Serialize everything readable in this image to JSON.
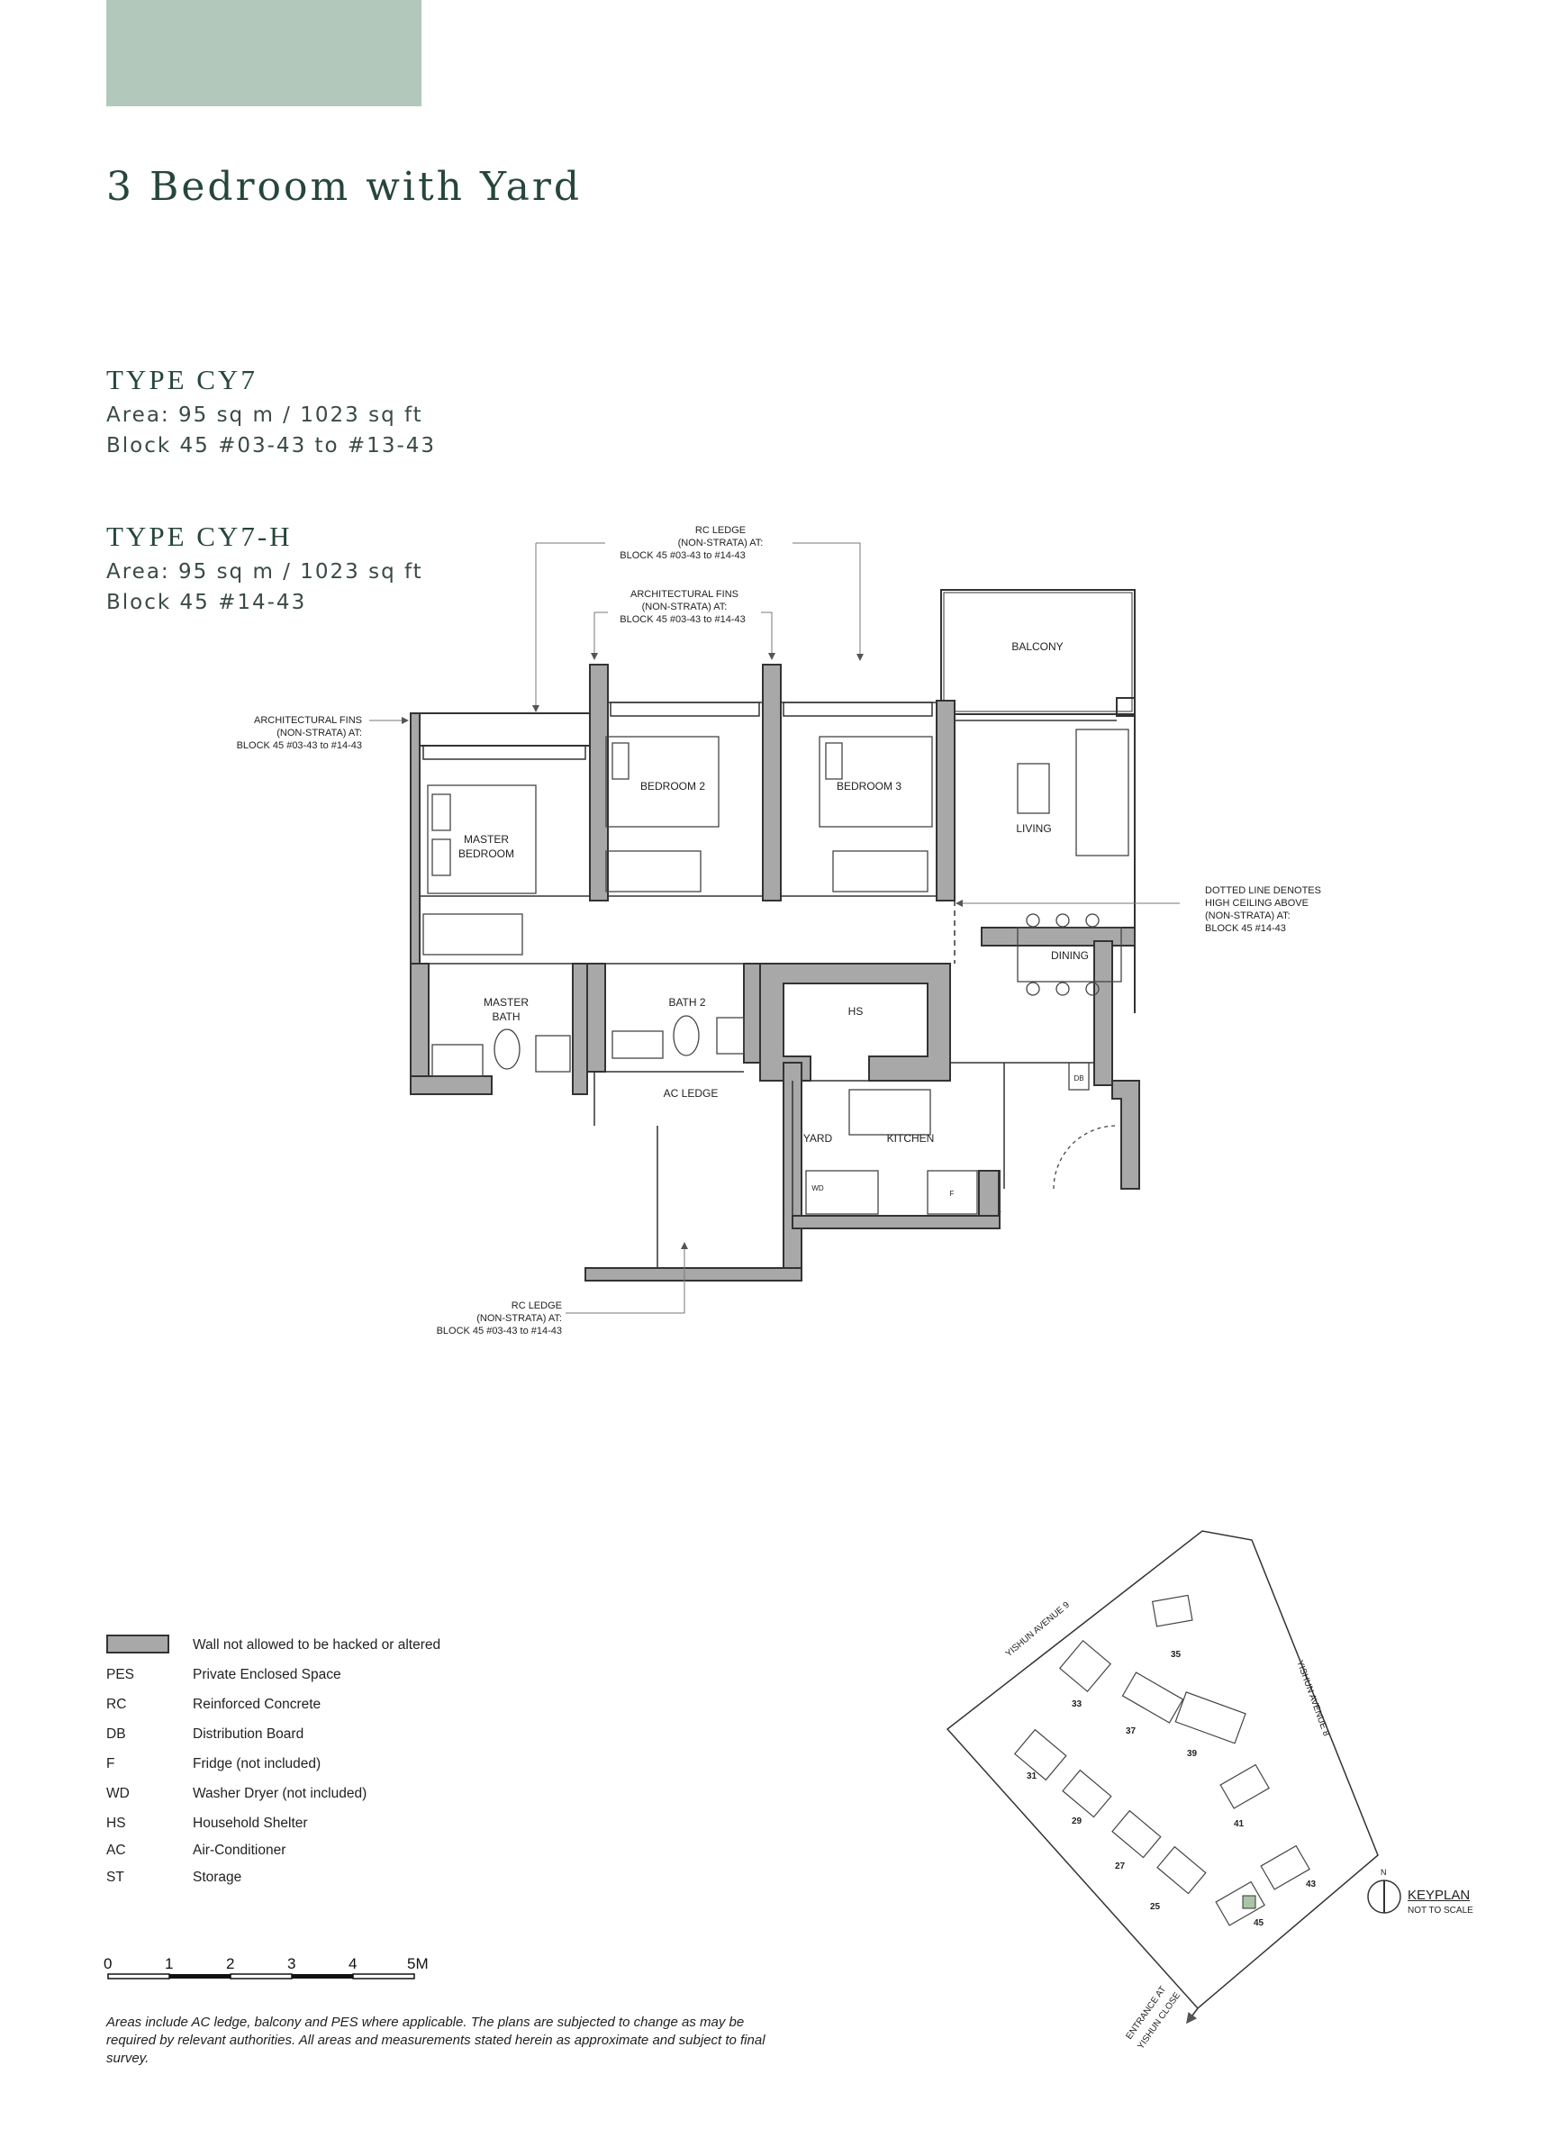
{
  "title": "3 Bedroom with Yard",
  "types": [
    {
      "name": "TYPE CY7",
      "area": "Area: 95 sq m / 1023 sq ft",
      "block": "Block 45 #03-43 to #13-43"
    },
    {
      "name": "TYPE CY7-H",
      "area": "Area: 95 sq m / 1023 sq ft",
      "block": "Block 45 #14-43"
    }
  ],
  "plan": {
    "rooms": {
      "balcony": "BALCONY",
      "bedroom2": "BEDROOM 2",
      "bedroom3": "BEDROOM 3",
      "master_bedroom_1": "MASTER",
      "master_bedroom_2": "BEDROOM",
      "living": "LIVING",
      "dining": "DINING",
      "master_bath_1": "MASTER",
      "master_bath_2": "BATH",
      "bath2": "BATH 2",
      "hs": "HS",
      "ac_ledge": "AC LEDGE",
      "yard": "YARD",
      "kitchen": "KITCHEN",
      "db": "DB",
      "wd": "WD",
      "f": "F"
    },
    "callouts": {
      "rc_ledge_top": [
        "RC LEDGE",
        "(NON-STRATA) AT:",
        "BLOCK 45 #03-43 to #14-43"
      ],
      "arch_fins_top": [
        "ARCHITECTURAL FINS",
        "(NON-STRATA) AT:",
        "BLOCK 45 #03-43 to #14-43"
      ],
      "arch_fins_left": [
        "ARCHITECTURAL FINS",
        "(NON-STRATA) AT:",
        "BLOCK 45 #03-43 to #14-43"
      ],
      "dotted_line": [
        "DOTTED LINE DENOTES",
        "HIGH CEILING ABOVE",
        "(NON-STRATA) AT:",
        "BLOCK 45 #14-43"
      ],
      "rc_ledge_bottom": [
        "RC LEDGE",
        "(NON-STRATA) AT:",
        "BLOCK 45 #03-43 to #14-43"
      ]
    }
  },
  "legend": [
    {
      "abbr": "",
      "desc": "Wall not allowed to be hacked or altered",
      "swatch": "#a8a8a8"
    },
    {
      "abbr": "PES",
      "desc": "Private Enclosed Space"
    },
    {
      "abbr": "RC",
      "desc": "Reinforced Concrete"
    },
    {
      "abbr": "DB",
      "desc": "Distribution Board"
    },
    {
      "abbr": "F",
      "desc": "Fridge (not included)"
    },
    {
      "abbr": "WD",
      "desc": "Washer Dryer (not included)"
    },
    {
      "abbr": "HS",
      "desc": "Household Shelter"
    },
    {
      "abbr": "AC",
      "desc": "Air-Conditioner"
    },
    {
      "abbr": "ST",
      "desc": "Storage"
    }
  ],
  "scale": {
    "labels": [
      "0",
      "1",
      "2",
      "3",
      "4",
      "5M"
    ]
  },
  "disclaimer": "Areas include AC ledge, balcony and PES where applicable. The plans are subjected to change as may be required by relevant authorities. All areas and measurements stated herein as approximate and subject to final survey.",
  "keyplan": {
    "label": "KEYPLAN",
    "sublabel": "NOT TO SCALE",
    "north": "N",
    "roads": [
      "YISHUN AVENUE 9",
      "YISHUN AVENUE 8"
    ],
    "entrance": [
      "ENTRANCE AT",
      "YISHUN CLOSE"
    ],
    "blocks": [
      "35",
      "33",
      "37",
      "39",
      "31",
      "29",
      "41",
      "27",
      "25",
      "43",
      "45"
    ],
    "highlight_block": "45",
    "highlight_color": "#a9c4a6"
  },
  "colors": {
    "accent": "#27463b",
    "swatch": "#b2c8bb",
    "wall": "#a8a8a8"
  }
}
